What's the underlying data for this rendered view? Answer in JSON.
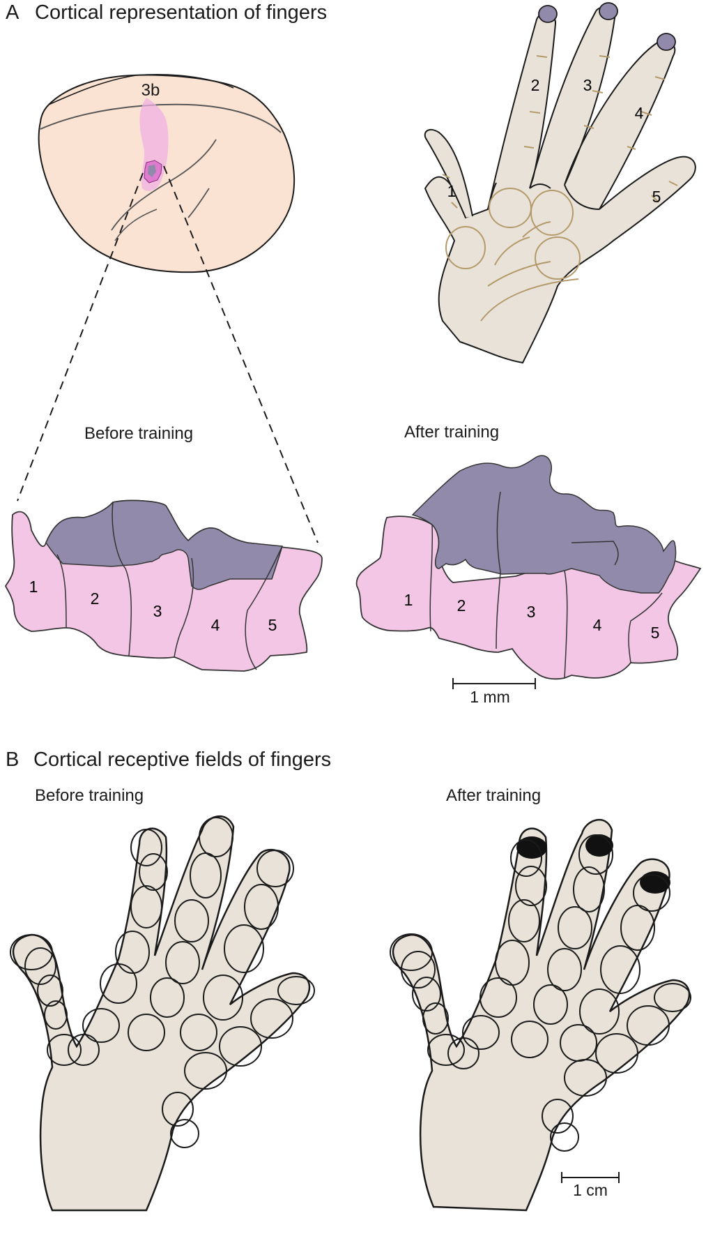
{
  "panel_a": {
    "letter": "A",
    "title": "Cortical representation of fingers",
    "cortex_area_label": "3b",
    "hand_finger_labels": [
      "1",
      "2",
      "3",
      "4",
      "5"
    ],
    "before_label": "Before training",
    "after_label": "After training",
    "map_before_labels": [
      "1",
      "2",
      "3",
      "4",
      "5"
    ],
    "map_after_labels": [
      "1",
      "2",
      "3",
      "4",
      "5"
    ],
    "scale_label": "1 mm"
  },
  "panel_b": {
    "letter": "B",
    "title": "Cortical receptive fields of fingers",
    "before_label": "Before training",
    "after_label": "After training",
    "scale_label": "1 cm"
  },
  "colors": {
    "skin": "#e8e2d8",
    "brain": "#fbe3d3",
    "map_pink": "#f2c6e4",
    "map_purple": "#928aab",
    "tip_purple": "#928aab",
    "crease": "#b49a6a",
    "area_3b": "#efb0e3"
  }
}
